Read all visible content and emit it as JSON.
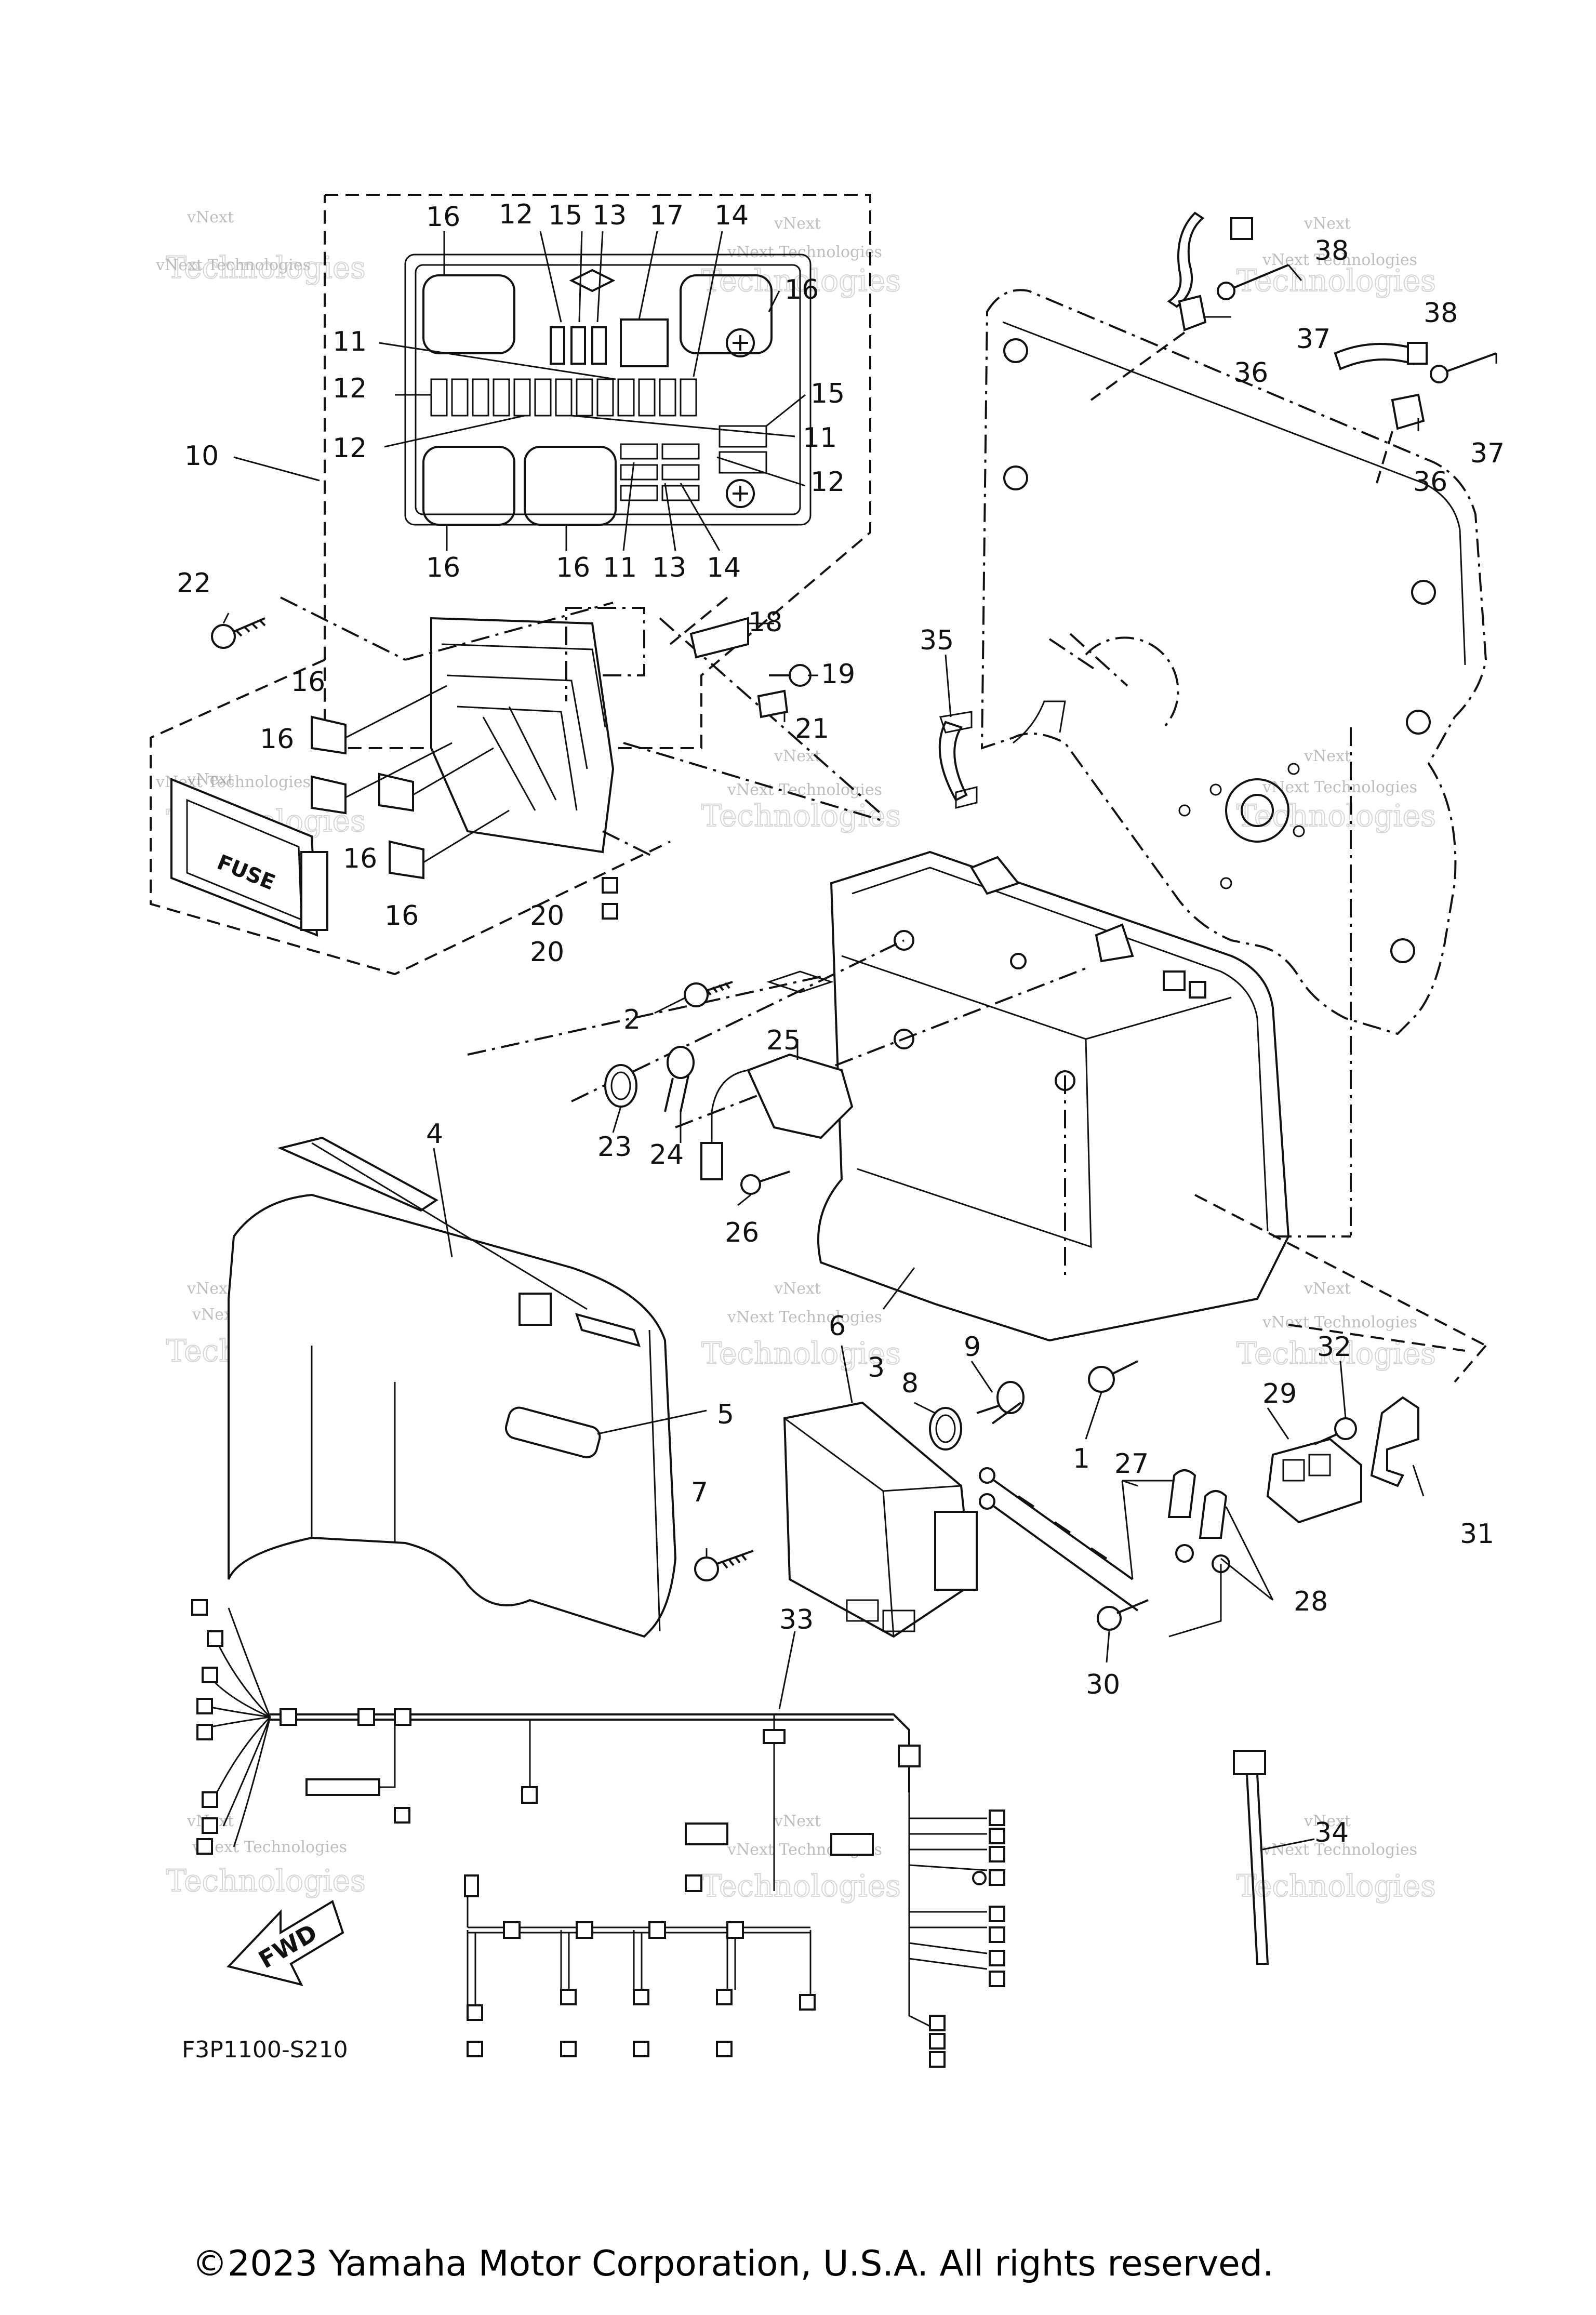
{
  "diagram": {
    "code": "F3P1100-S210",
    "copyright": "©2023 Yamaha Motor Corporation, U.S.A. All rights reserved.",
    "fwd_label": "FWD",
    "fuse_label": "FUSE",
    "watermark_line1": "vNext",
    "watermark_line2": "Technologies",
    "watermark_combined": "vNext Technologies",
    "callouts": {
      "c1": "1",
      "c2": "2",
      "c3": "3",
      "c4": "4",
      "c5": "5",
      "c6": "6",
      "c7": "7",
      "c8": "8",
      "c9": "9",
      "c10": "10",
      "c11a": "11",
      "c11b": "11",
      "c11c": "11",
      "c12a": "12",
      "c12b": "12",
      "c12c": "12",
      "c12d": "12",
      "c13a": "13",
      "c13b": "13",
      "c14a": "14",
      "c14b": "14",
      "c15a": "15",
      "c15b": "15",
      "c16a": "16",
      "c16b": "16",
      "c16c": "16",
      "c16d": "16",
      "c16e": "16",
      "c16f": "16",
      "c16g": "16",
      "c16h": "16",
      "c17": "17",
      "c18": "18",
      "c19": "19",
      "c20a": "20",
      "c20b": "20",
      "c21": "21",
      "c22": "22",
      "c23": "23",
      "c24": "24",
      "c25": "25",
      "c26": "26",
      "c27": "27",
      "c28": "28",
      "c29": "29",
      "c30": "30",
      "c31": "31",
      "c32": "32",
      "c33": "33",
      "c34": "34",
      "c35": "35",
      "c36a": "36",
      "c36b": "36",
      "c37a": "37",
      "c37b": "37",
      "c38a": "38",
      "c38b": "38"
    }
  }
}
